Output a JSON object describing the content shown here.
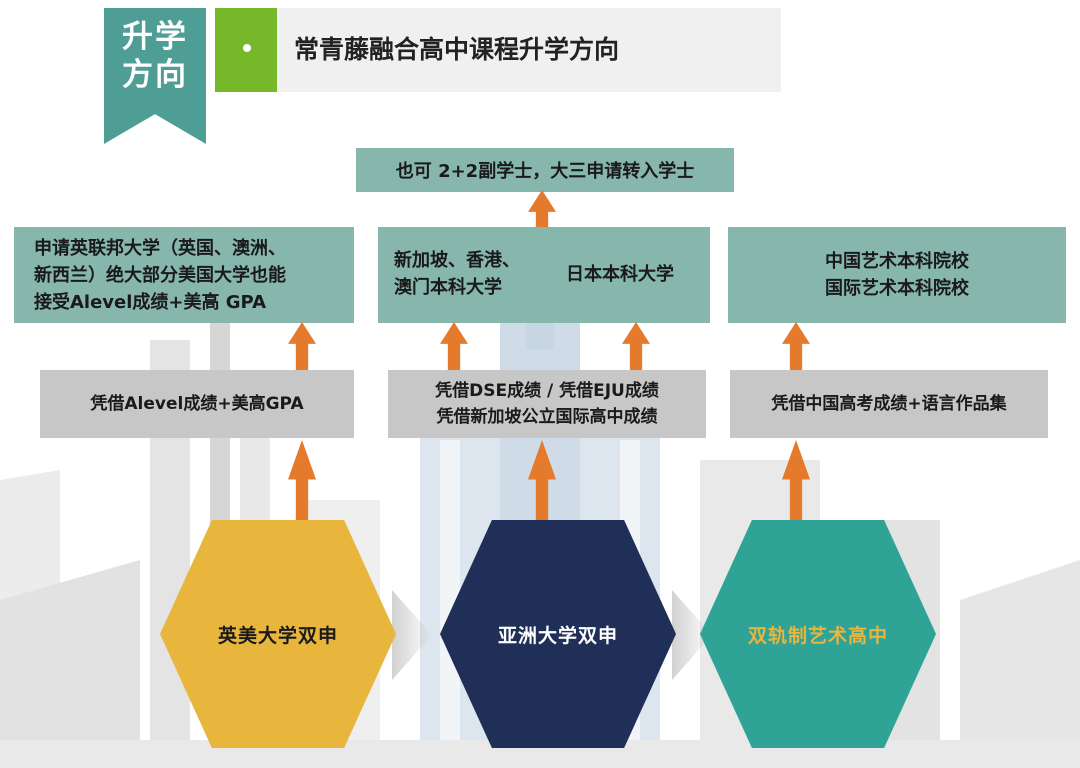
{
  "header": {
    "tag": "升学\n方向",
    "title": "常青藤融合高中课程升学方向"
  },
  "top_note": "也可 2+2副学士，大三申请转入学士",
  "destinations": {
    "left": "申请英联邦大学（英国、澳洲、\n新西兰）绝大部分美国大学也能\n接受Alevel成绩+美高 GPA",
    "mid_a": "新加坡、香港、\n澳门本科大学",
    "mid_b": "日本本科大学",
    "right": "中国艺术本科院校\n国际艺术本科院校"
  },
  "requirements": {
    "left": "凭借Alevel成绩+美高GPA",
    "mid": "凭借DSE成绩 / 凭借EJU成绩\n凭借新加坡公立国际高中成绩",
    "right": "凭借中国高考成绩+语言作品集"
  },
  "tracks": {
    "left": "英美大学双申",
    "mid": "亚洲大学双申",
    "right": "双轨制艺术高中"
  },
  "colors": {
    "teal": "#86b6ac",
    "tag_teal": "#4f9e96",
    "green": "#76b82a",
    "gray": "#c7c7c7",
    "orange": "#e67a2c",
    "hex_yellow": "#e8b53d",
    "hex_navy": "#1f2f57",
    "hex_teal": "#2fa395",
    "hex_teal_text": "#e8b53d"
  }
}
